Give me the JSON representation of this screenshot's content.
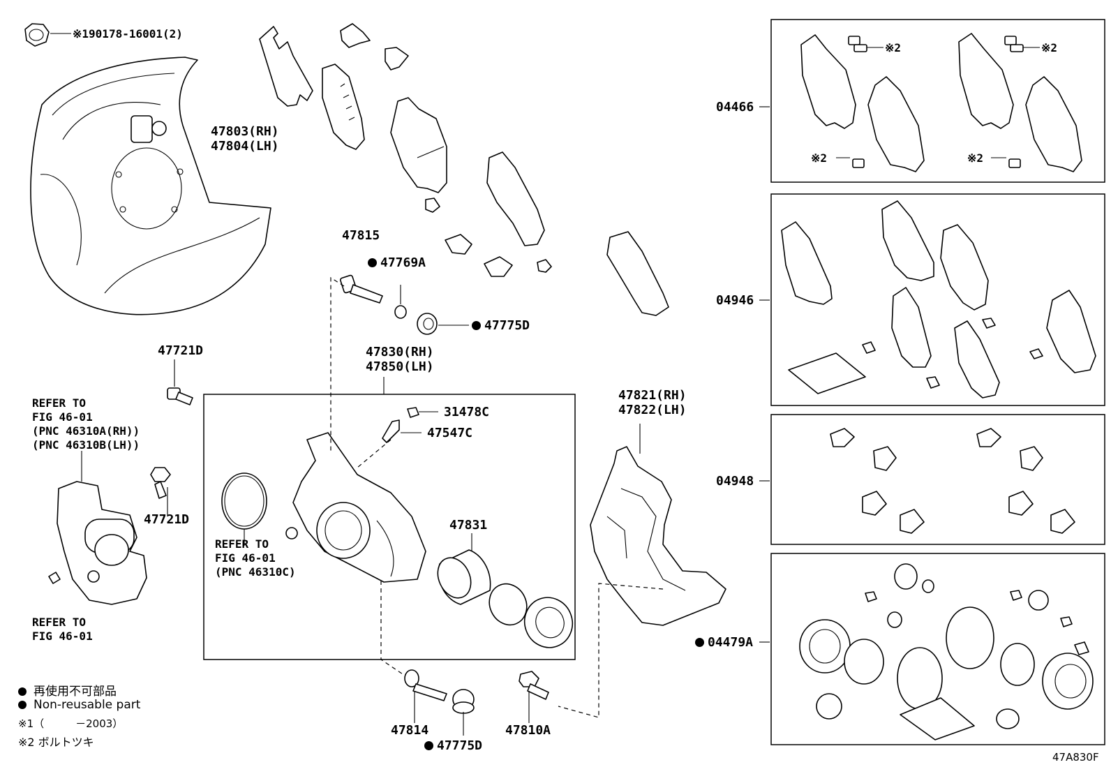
{
  "figure_code": "47A830F",
  "legend": {
    "bullet_jp": "再使用不可部品",
    "bullet_en": "Non-reusable part",
    "note1": "※1（　　　－2003）",
    "note2": "※2 ボルトツキ"
  },
  "parts": {
    "nut": "※190178-16001(2)",
    "dust_cover_rh": "47803(RH)",
    "dust_cover_lh": "47804(LH)",
    "pin_47815": "47815",
    "bush_47769A": "47769A",
    "boot_47775D_top": "47775D",
    "bolt_47721D_top": "47721D",
    "caliper_rh": "47830(RH)",
    "caliper_lh": "47850(LH)",
    "cap_31478C": "31478C",
    "bleeder_47547C": "47547C",
    "piston_47831": "47831",
    "mount_rh": "47821(RH)",
    "mount_lh": "47822(LH)",
    "bolt_47721D_mid": "47721D",
    "pin_47814": "47814",
    "boot_47775D_bottom": "47775D",
    "bolt_47810A": "47810A"
  },
  "refers": {
    "actuator": [
      "REFER TO",
      "FIG 46-01",
      "(PNC 46310A(RH))",
      "(PNC 46310B(LH))"
    ],
    "seal_ring": [
      "REFER TO",
      "FIG 46-01",
      "(PNC 46310C)"
    ],
    "clip": [
      "REFER TO",
      "FIG 46-01"
    ]
  },
  "kits": {
    "k04466": "04466",
    "k04946": "04946",
    "k04948": "04948",
    "k04479A": "04479A",
    "bolt_note": "※2"
  }
}
